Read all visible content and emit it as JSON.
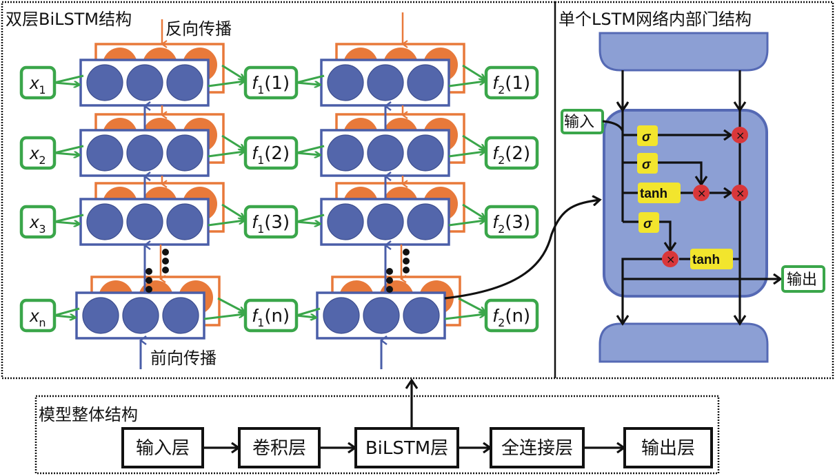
{
  "diagram": {
    "sections": {
      "bilstm": {
        "title": "双层BiLSTM结构",
        "backward_label": "反向传播",
        "forward_label": "前向传播"
      },
      "lstm_cell": {
        "title": "单个LSTM网络内部门结构",
        "input_label": "输入",
        "output_label": "输出",
        "gates": [
          "σ",
          "σ",
          "tanh",
          "σ"
        ],
        "output_activation": "tanh",
        "multiply_symbol": "×"
      },
      "model": {
        "title": "模型整体结构",
        "layers": [
          "输入层",
          "卷积层",
          "BiLSTM层",
          "全连接层",
          "输出层"
        ]
      }
    },
    "inputs": [
      {
        "base": "x",
        "sub": "1"
      },
      {
        "base": "x",
        "sub": "2"
      },
      {
        "base": "x",
        "sub": "3"
      },
      {
        "base": "x",
        "sub": "n"
      }
    ],
    "layer1_outputs": [
      {
        "base": "f",
        "sub": "1",
        "arg": "(1)"
      },
      {
        "base": "f",
        "sub": "1",
        "arg": "(2)"
      },
      {
        "base": "f",
        "sub": "1",
        "arg": "(3)"
      },
      {
        "base": "f",
        "sub": "1",
        "arg": "(n)"
      }
    ],
    "layer2_outputs": [
      {
        "base": "f",
        "sub": "2",
        "arg": "(1)"
      },
      {
        "base": "f",
        "sub": "2",
        "arg": "(2)"
      },
      {
        "base": "f",
        "sub": "2",
        "arg": "(3)"
      },
      {
        "base": "f",
        "sub": "2",
        "arg": "(n)"
      }
    ],
    "colors": {
      "forward_blue": "#4a5ea8",
      "forward_fill": "#5366ab",
      "backward_orange": "#e8793a",
      "io_green": "#3aa64a",
      "cell_fill": "#8c9fd4",
      "cell_border": "#5569b4",
      "gate_yellow": "#f2e52d",
      "mult_red": "#d9373a"
    }
  }
}
